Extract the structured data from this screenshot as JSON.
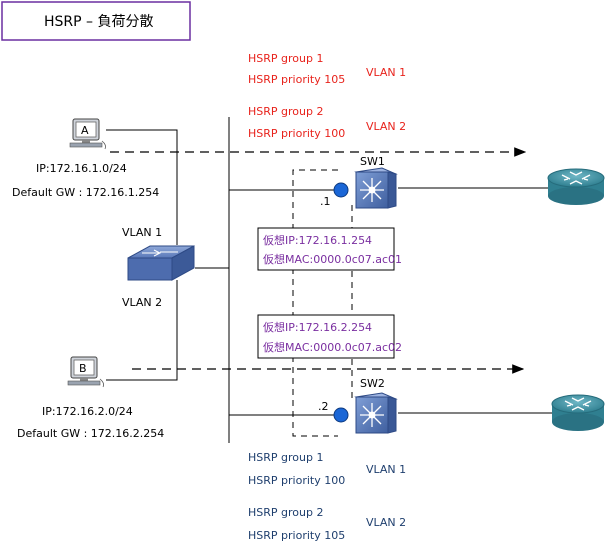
{
  "title": "HSRP – 負荷分散",
  "colors": {
    "red": "#e8231c",
    "purple": "#7a2fa0",
    "blue": "#1f3f6e",
    "black": "#000000",
    "title_border": "#6a2fa0",
    "switch_icon": "#4a6aa8",
    "router_icon": "#3e8fa0",
    "vip_dot": "#1a66d6"
  },
  "sw1_top": {
    "group1": "HSRP group 1",
    "prio1": "HSRP priority 105",
    "vlan1": "VLAN 1",
    "group2": "HSRP group 2",
    "prio2": "HSRP priority 100",
    "vlan2": "VLAN 2"
  },
  "sw2_bottom": {
    "group1": "HSRP group 1",
    "prio1": "HSRP priority 100",
    "vlan1": "VLAN 1",
    "group2": "HSRP group 2",
    "prio2": "HSRP priority 105",
    "vlan2": "VLAN 2"
  },
  "pc_a": {
    "label": "A",
    "ip": "IP:172.16.1.0/24",
    "gw": "Default GW : 172.16.1.254"
  },
  "pc_b": {
    "label": "B",
    "ip": "IP:172.16.2.0/24",
    "gw": "Default GW : 172.16.2.254"
  },
  "l2switch": {
    "vlan1": "VLAN 1",
    "vlan2": "VLAN 2"
  },
  "sw1": {
    "name": "SW1",
    "iface": ".1"
  },
  "sw2": {
    "name": "SW2",
    "iface": ".2"
  },
  "vip1": {
    "ip": "仮想IP:172.16.1.254",
    "mac": "仮想MAC:0000.0c07.ac01"
  },
  "vip2": {
    "ip": "仮想IP:172.16.2.254",
    "mac": "仮想MAC:0000.0c07.ac02"
  }
}
